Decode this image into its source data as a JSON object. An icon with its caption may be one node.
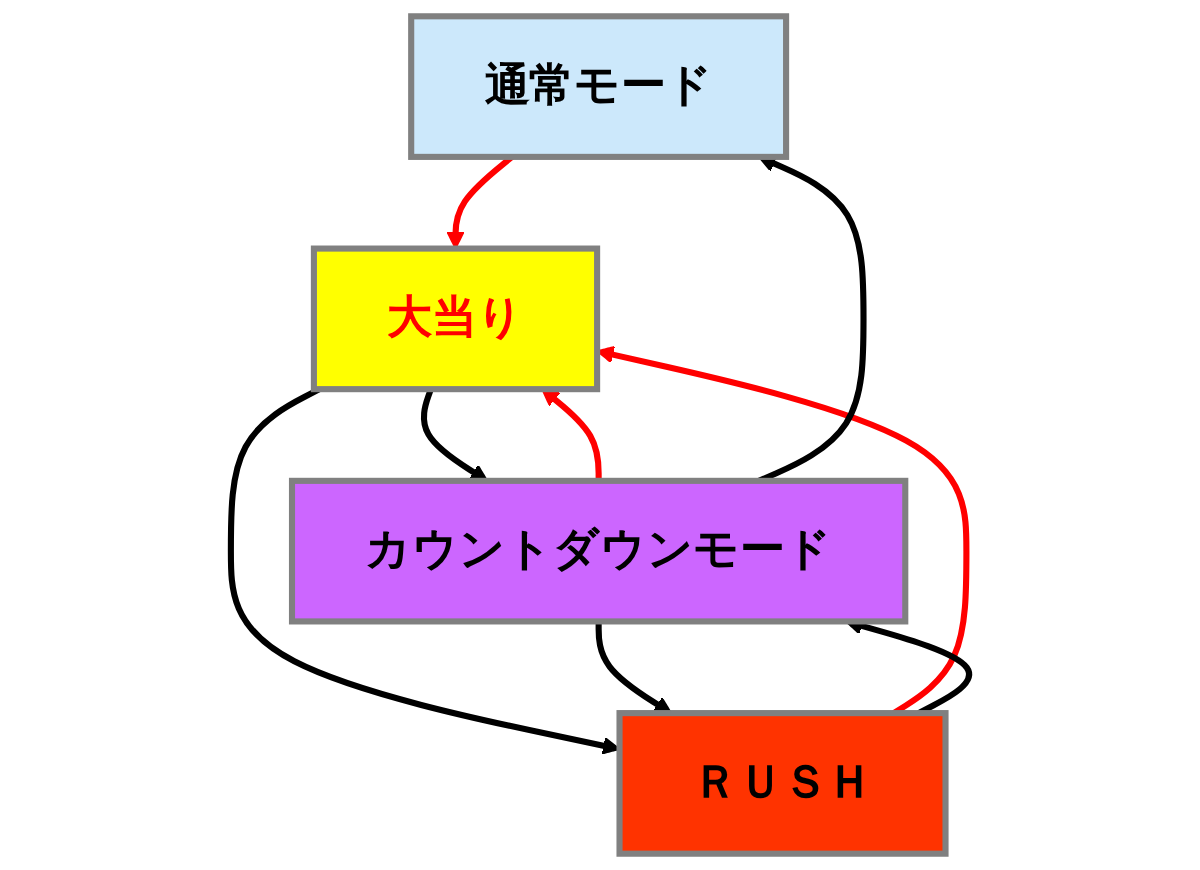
{
  "diagram": {
    "nodes": [
      {
        "text": [
          "通常モード"
        ]
      },
      {
        "text": [
          "大当り"
        ]
      },
      {
        "text": [
          "カウントダウンモード"
        ]
      },
      {
        "text": [
          "ＲＵＳＨ"
        ]
      }
    ],
    "edges": [
      {
        "from": 0,
        "to": 1,
        "arrow": "to",
        "color": "#ff0000"
      },
      {
        "from": 1,
        "to": 2,
        "arrow": "to"
      },
      {
        "from": 2,
        "to": 1,
        "arrow": "to",
        "color": "#ff0000"
      },
      {
        "from": 1,
        "to": 3,
        "arrow": "to"
      },
      {
        "from": 3,
        "to": 1,
        "arrow": "to",
        "color": "#ff0000"
      },
      {
        "from": 2,
        "to": 0,
        "arrow": "to"
      },
      {
        "from": 2,
        "to": 3,
        "arrow": "to"
      },
      {
        "from": 3,
        "to": 2,
        "arrow": "to"
      }
    ]
  }
}
